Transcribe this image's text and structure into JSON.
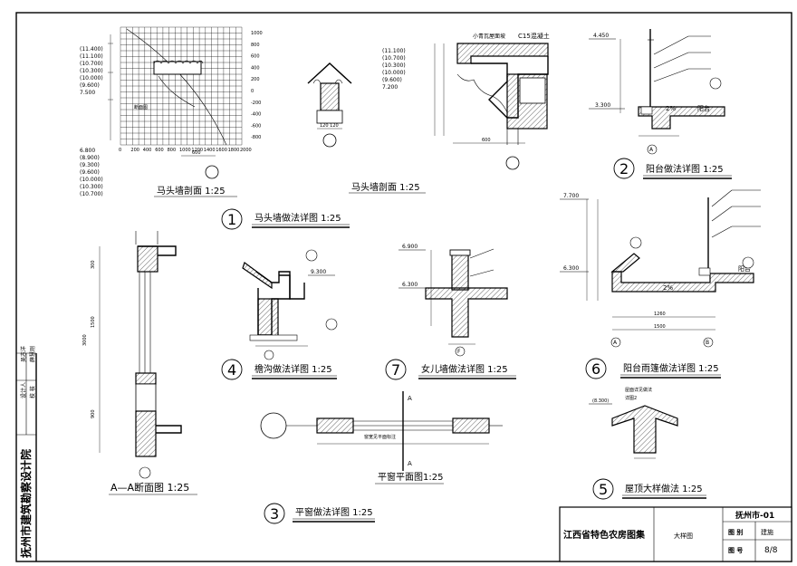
{
  "details": {
    "d1": {
      "number": "1",
      "title": "马头墙做法详图 1:25",
      "sub_left": "马头墙剖面 1:25",
      "sub_right": "马头墙剖面 1:25"
    },
    "d2": {
      "number": "2",
      "title": "阳台做法详图 1:25"
    },
    "d3": {
      "number": "3",
      "title": "平窗做法详图 1:25",
      "sub_section": "A—A断面图 1:25",
      "sub_plan": "平窗平面图1:25",
      "section_letter": "A"
    },
    "d4": {
      "number": "4",
      "title": "檐沟做法详图 1:25"
    },
    "d5": {
      "number": "5",
      "title": "屋顶大样做法 1:25"
    },
    "d6": {
      "number": "6",
      "title": "阳台雨篷做法详图 1:25"
    },
    "d7": {
      "number": "7",
      "title": "女儿墙做法详图 1:25"
    }
  },
  "elevations": {
    "d1_left": [
      "(11.400)",
      "(11.100)",
      "(10.700)",
      "(10.300)",
      "(10.000)",
      "(9.600)",
      "7.500"
    ],
    "d1_left_bottom": [
      "6.800",
      "(8.900)",
      "(9.300)",
      "(9.600)",
      "(10.000)",
      "(10.300)",
      "(10.700)"
    ],
    "d1_mid": [
      "(11.100)",
      "(10.700)",
      "(10.300)",
      "(10.000)",
      "(9.600)",
      "7.200"
    ],
    "d2": [
      "4.450",
      "3.300"
    ],
    "d4": [
      "9.300"
    ],
    "d6": [
      "7.700",
      "6.300"
    ],
    "d7": [
      "6.900",
      "6.300"
    ],
    "d5": [
      "(8.300)"
    ]
  },
  "grid_labels": {
    "x": [
      "0",
      "200",
      "400",
      "600",
      "800",
      "1000",
      "1200",
      "1400",
      "1600",
      "1800",
      "2000"
    ],
    "y": [
      "1000",
      "800",
      "600",
      "400",
      "200",
      "0",
      "-200",
      "-400",
      "-600",
      "-800"
    ]
  },
  "annotations": {
    "c15": "C15混凝土",
    "ridge": "小青瓦屋面坡",
    "balcony": "阳台",
    "canopy_right": "阳台",
    "slope": "2%",
    "window_note": "窗宽见平面标注",
    "roof_note": "屋面详见做法",
    "roof_slope": "详图2",
    "axis_a": "A",
    "axis_b": "B",
    "axis_f": "F"
  },
  "title_block": {
    "institute": "抚州市建筑勘察设计院",
    "designer_label": "设计人",
    "checker_label": "校  核",
    "designer": "吴志洋",
    "checker": "薛慧刚",
    "atlas": "江西省特色农房图集",
    "drawing_name": "大样图",
    "project": "抚州市-01",
    "category_label": "图 别",
    "category": "建施",
    "number_label": "图 号",
    "number": "8/8"
  }
}
